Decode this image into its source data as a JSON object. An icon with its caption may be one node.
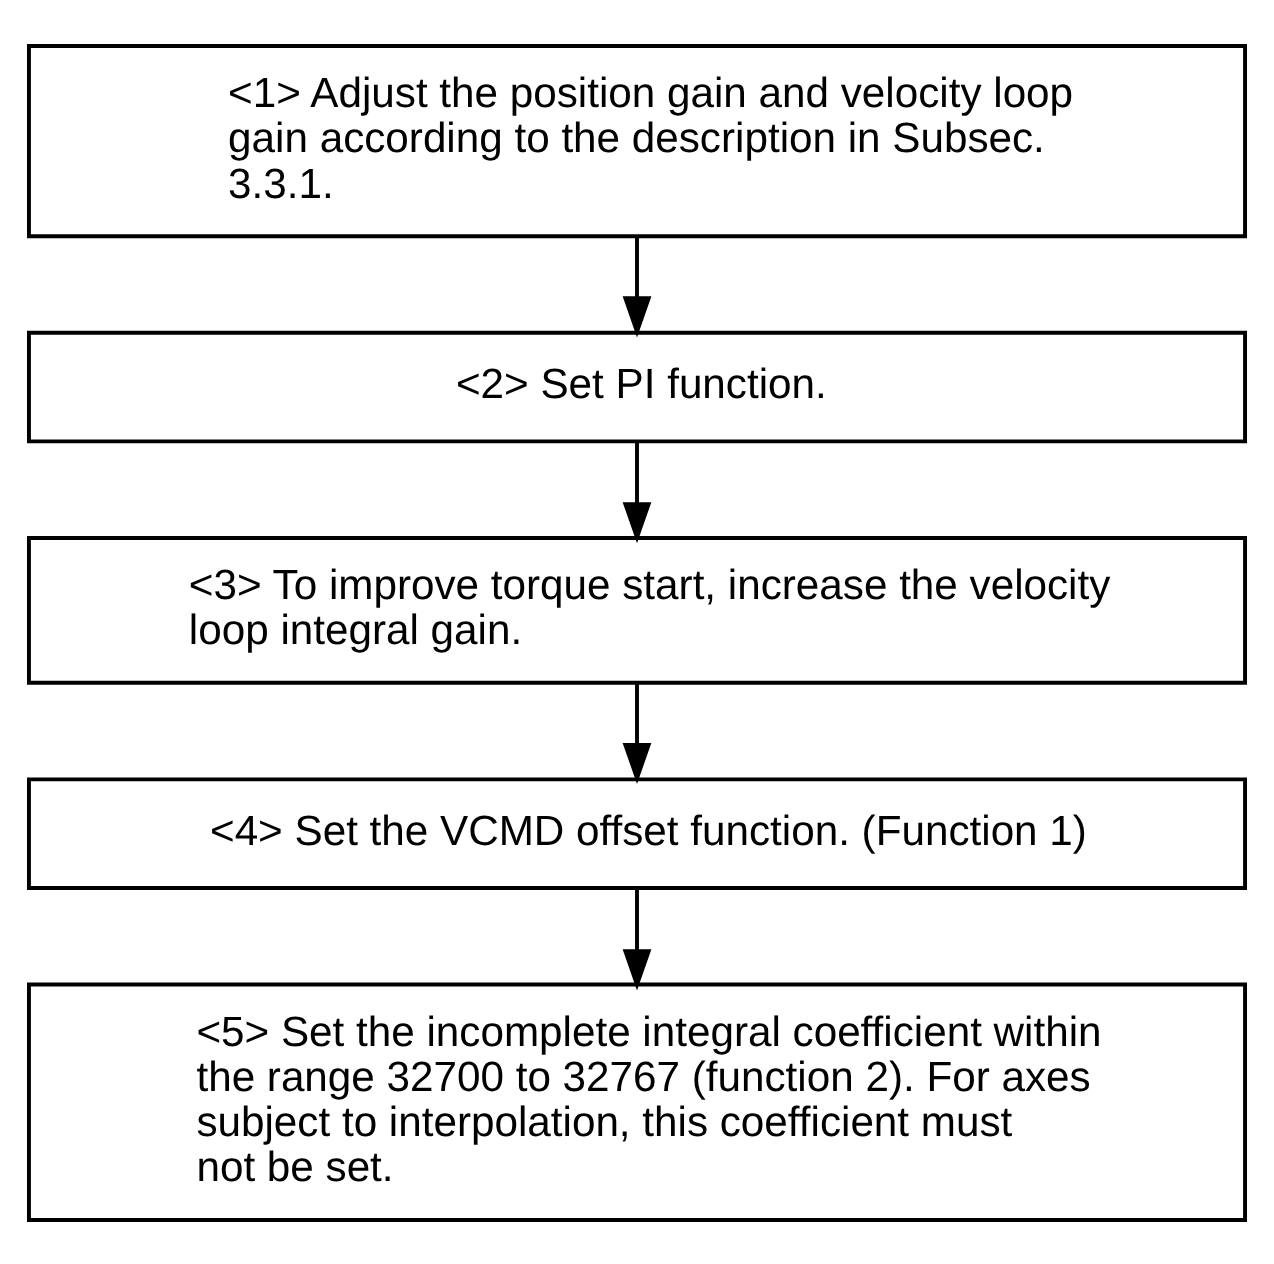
{
  "diagram": {
    "nodes": [
      {
        "text": [
          "<1> Adjust the position gain and velocity loop gain according to the description in Subsec. 3.3.1."
        ]
      },
      {
        "text": [
          "<2> Set PI function."
        ]
      },
      {
        "text": [
          "<3> To improve torque start, increase the velocity loop integral gain."
        ]
      },
      {
        "text": [
          "<4> Set the VCMD offset function. (Function 1)"
        ]
      },
      {
        "text": [
          "<5> Set the incomplete integral coefficient within the range 32700 to 32767 (function 2). For axes subject to interpolation, this coefficient must not be set."
        ]
      }
    ],
    "edges": [
      {
        "from": 0,
        "to": 1,
        "arrow": "to"
      },
      {
        "from": 1,
        "to": 2,
        "arrow": "to"
      },
      {
        "from": 2,
        "to": 3,
        "arrow": "to"
      },
      {
        "from": 3,
        "to": 4,
        "arrow": "to"
      }
    ]
  }
}
